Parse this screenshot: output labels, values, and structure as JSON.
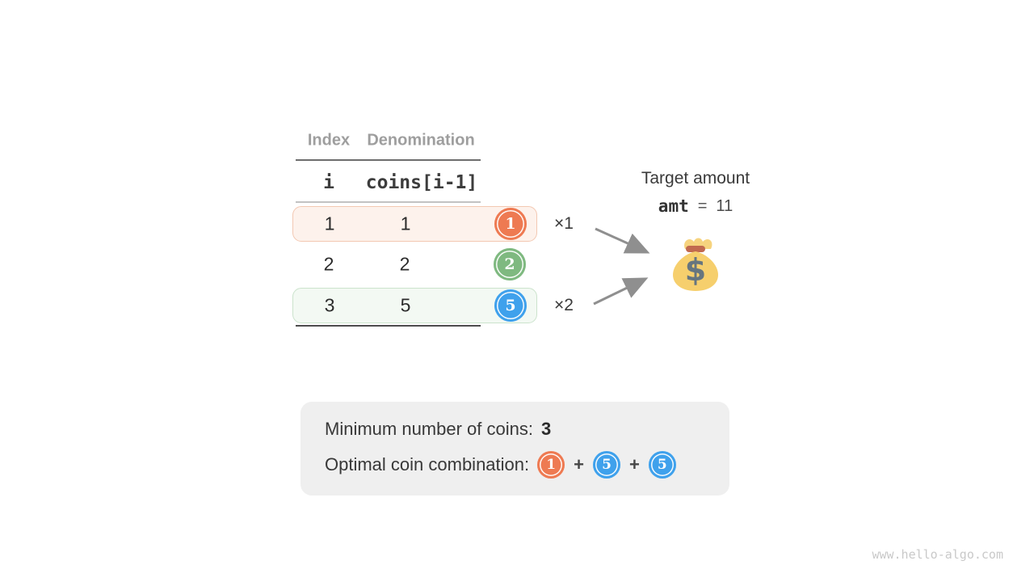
{
  "table": {
    "col_headers": [
      "Index",
      "Denomination"
    ],
    "var_headers": [
      "i",
      "coins[i-1]"
    ],
    "rows": [
      {
        "i": "1",
        "denomination": "1",
        "coin_label": "1",
        "coin_color": "#ee7a52",
        "multiplier": "×1",
        "highlight": "orange"
      },
      {
        "i": "2",
        "denomination": "2",
        "coin_label": "2",
        "coin_color": "#7fb980",
        "multiplier": "",
        "highlight": "none"
      },
      {
        "i": "3",
        "denomination": "5",
        "coin_label": "5",
        "coin_color": "#3fa1ec",
        "multiplier": "×2",
        "highlight": "green"
      }
    ]
  },
  "target": {
    "title": "Target amount",
    "variable": "amt",
    "equals": "=",
    "amount": "11",
    "moneybag_symbol": "$"
  },
  "summary": {
    "min_coins_label": "Minimum number of coins:",
    "min_coins_value": "3",
    "combination_label": "Optimal coin combination:",
    "plus": "+",
    "coins": [
      {
        "label": "1",
        "color": "#ee7a52"
      },
      {
        "label": "5",
        "color": "#3fa1ec"
      },
      {
        "label": "5",
        "color": "#3fa1ec"
      }
    ]
  },
  "watermark": "www.hello-algo.com",
  "colors": {
    "row_highlight_orange_bg": "#fdf2ec",
    "row_highlight_orange_border": "#f3c8b2",
    "row_highlight_green_bg": "#f3f9f3",
    "row_highlight_green_border": "#cbe3cc",
    "arrow": "#8f8f8f",
    "summary_bg": "#efefef",
    "moneybag_body": "#f6cf6d",
    "moneybag_band": "#c1694f",
    "moneybag_dollar": "#66757f",
    "header_gray": "#9e9e9e"
  }
}
